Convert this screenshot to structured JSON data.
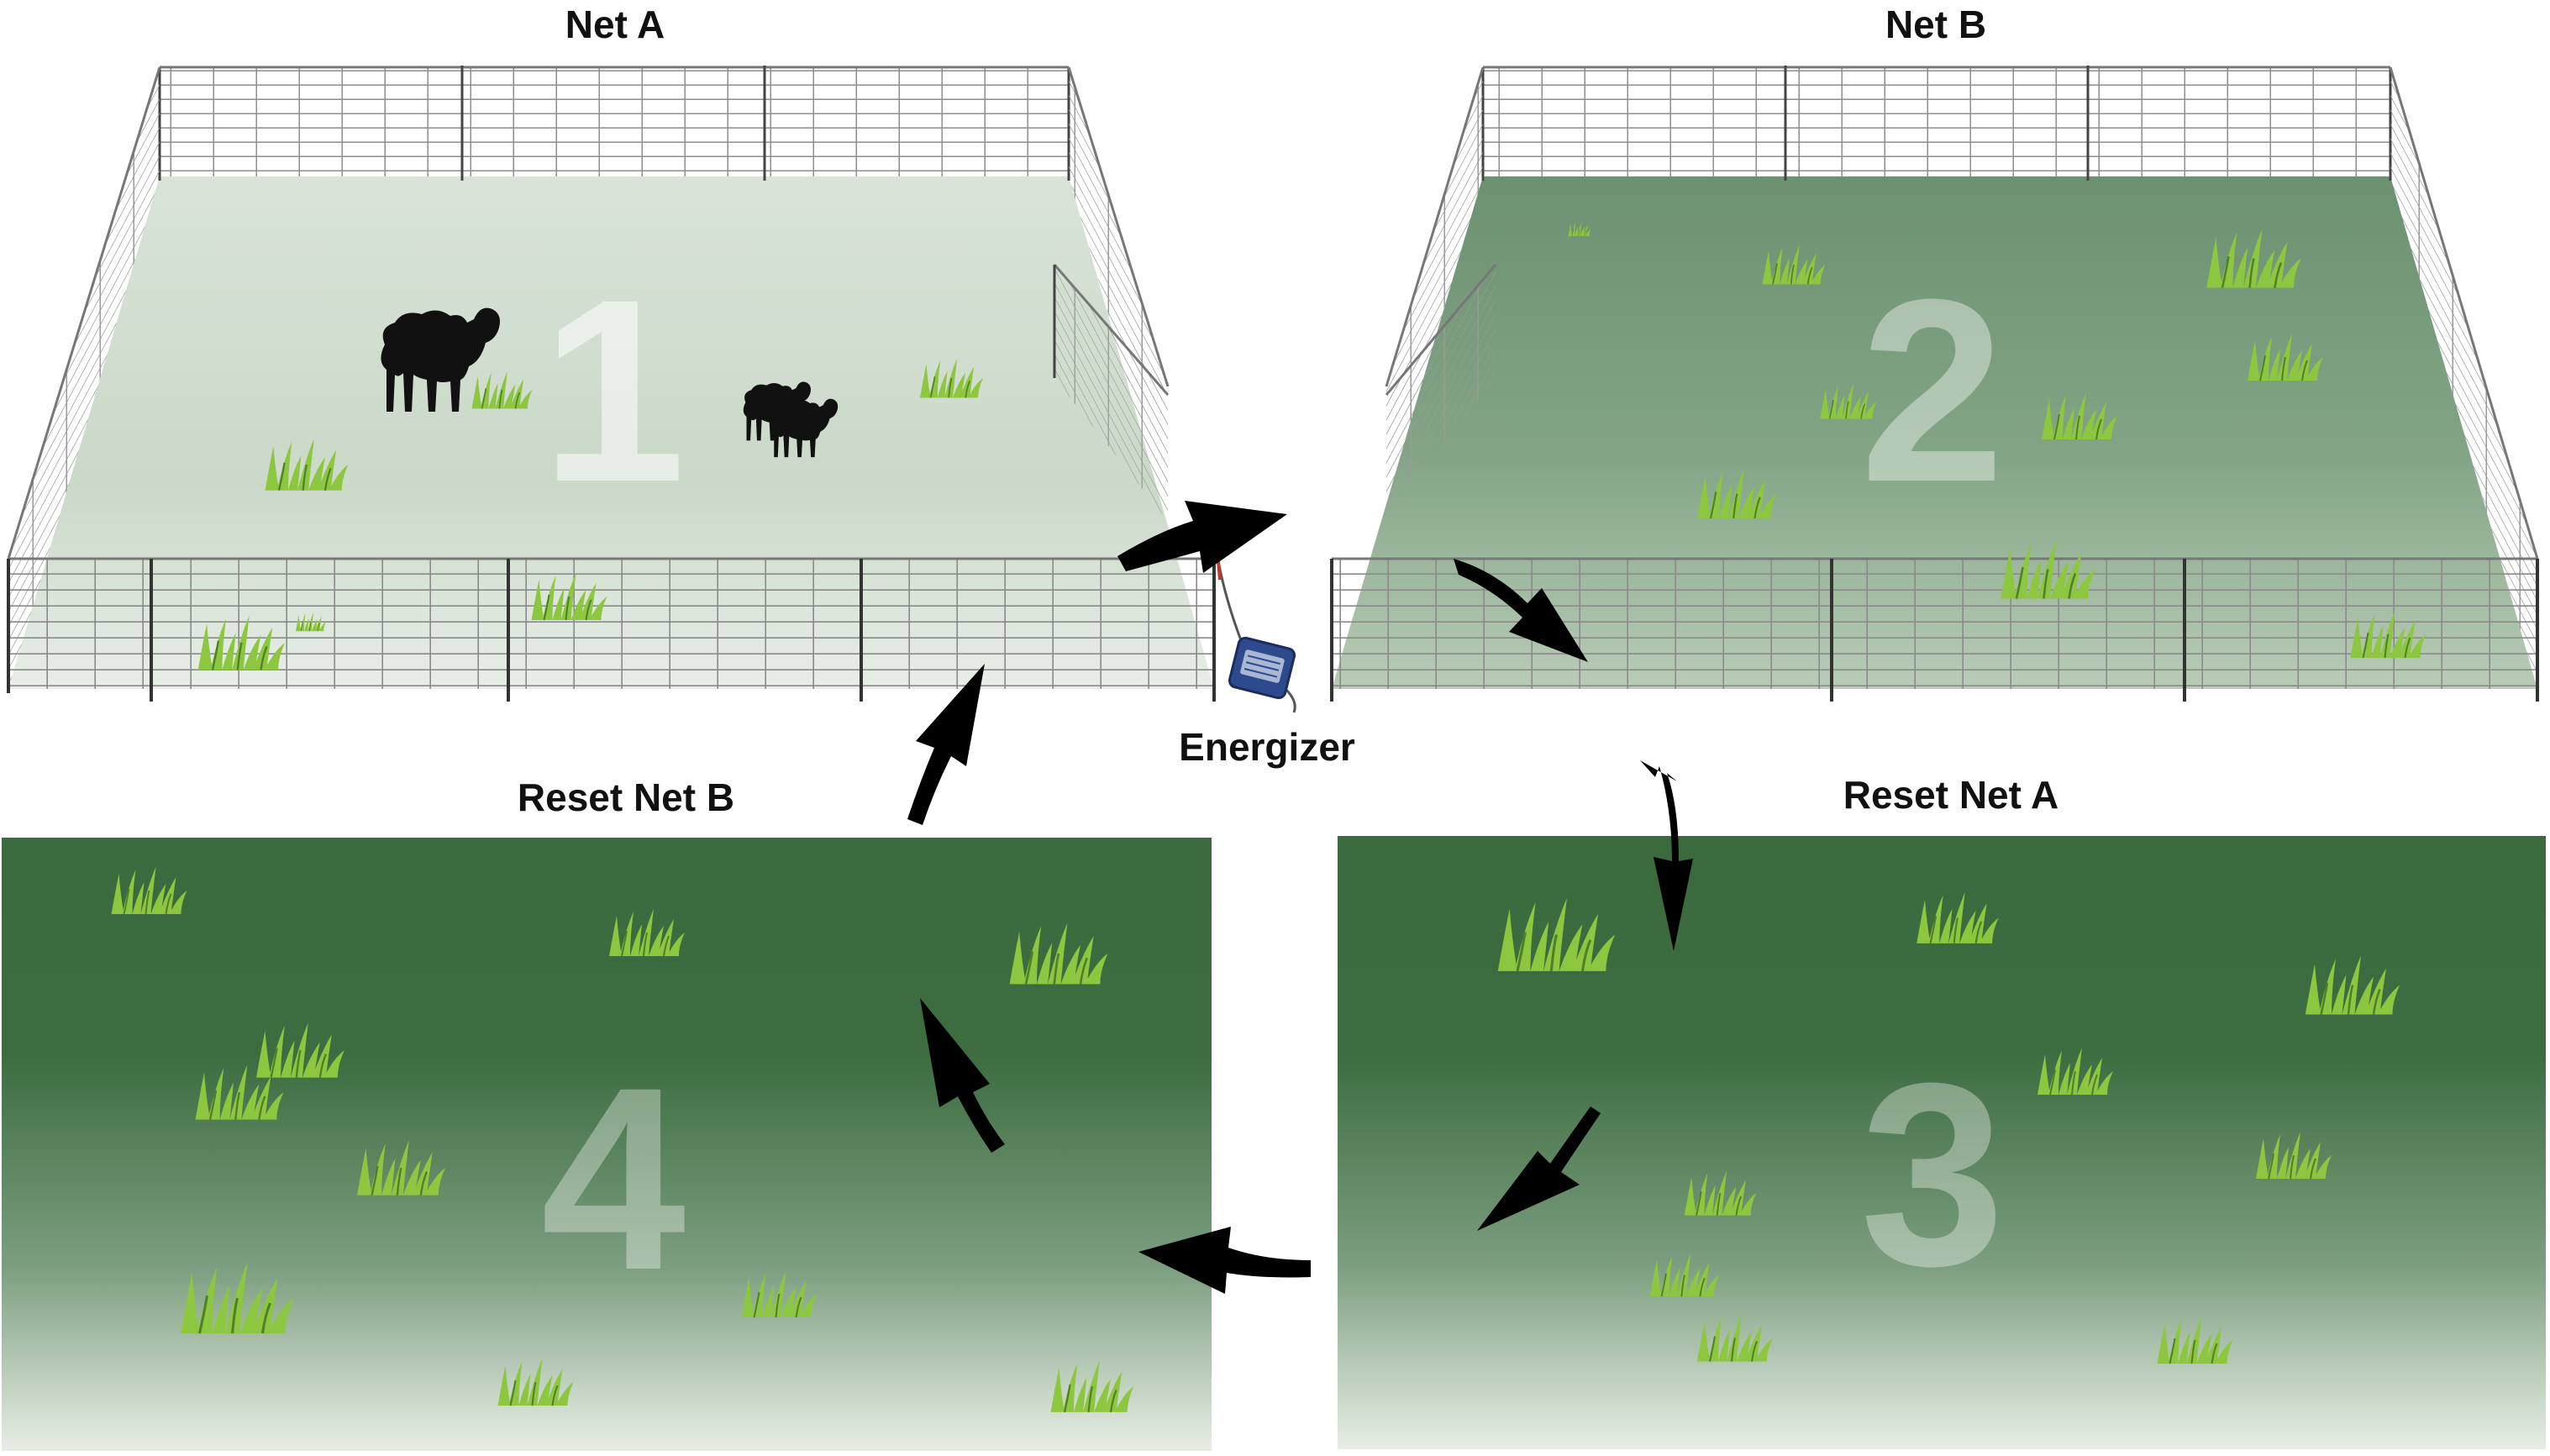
{
  "labels": {
    "net_a": "Net A",
    "net_b": "Net B",
    "reset_net_a": "Reset Net A",
    "reset_net_b": "Reset Net B",
    "energizer": "Energizer"
  },
  "panels": {
    "p1": {
      "number": "1",
      "label_key": "net_a"
    },
    "p2": {
      "number": "2",
      "label_key": "net_b"
    },
    "p3": {
      "number": "3",
      "label_key": "reset_net_a"
    },
    "p4": {
      "number": "4",
      "label_key": "reset_net_b"
    }
  },
  "colors": {
    "grazed_light": "#e1e9e0",
    "grazed_mid": "#b8c9b5",
    "pasture_dark": "#3a6a3e",
    "pasture_mid": "#6e9472",
    "pasture_light": "#eef2ec",
    "grass": "#8dc63f",
    "fence_wire": "#9a9a9a",
    "sheep": "#111111",
    "energizer_blue": "#2c4a8c",
    "arrow": "#000000",
    "number_fill": "#ffffff"
  },
  "icons": [
    "sheep-icon",
    "grass-tuft-icon",
    "energizer-icon",
    "cycle-arrow-icon",
    "fence-net-icon"
  ]
}
